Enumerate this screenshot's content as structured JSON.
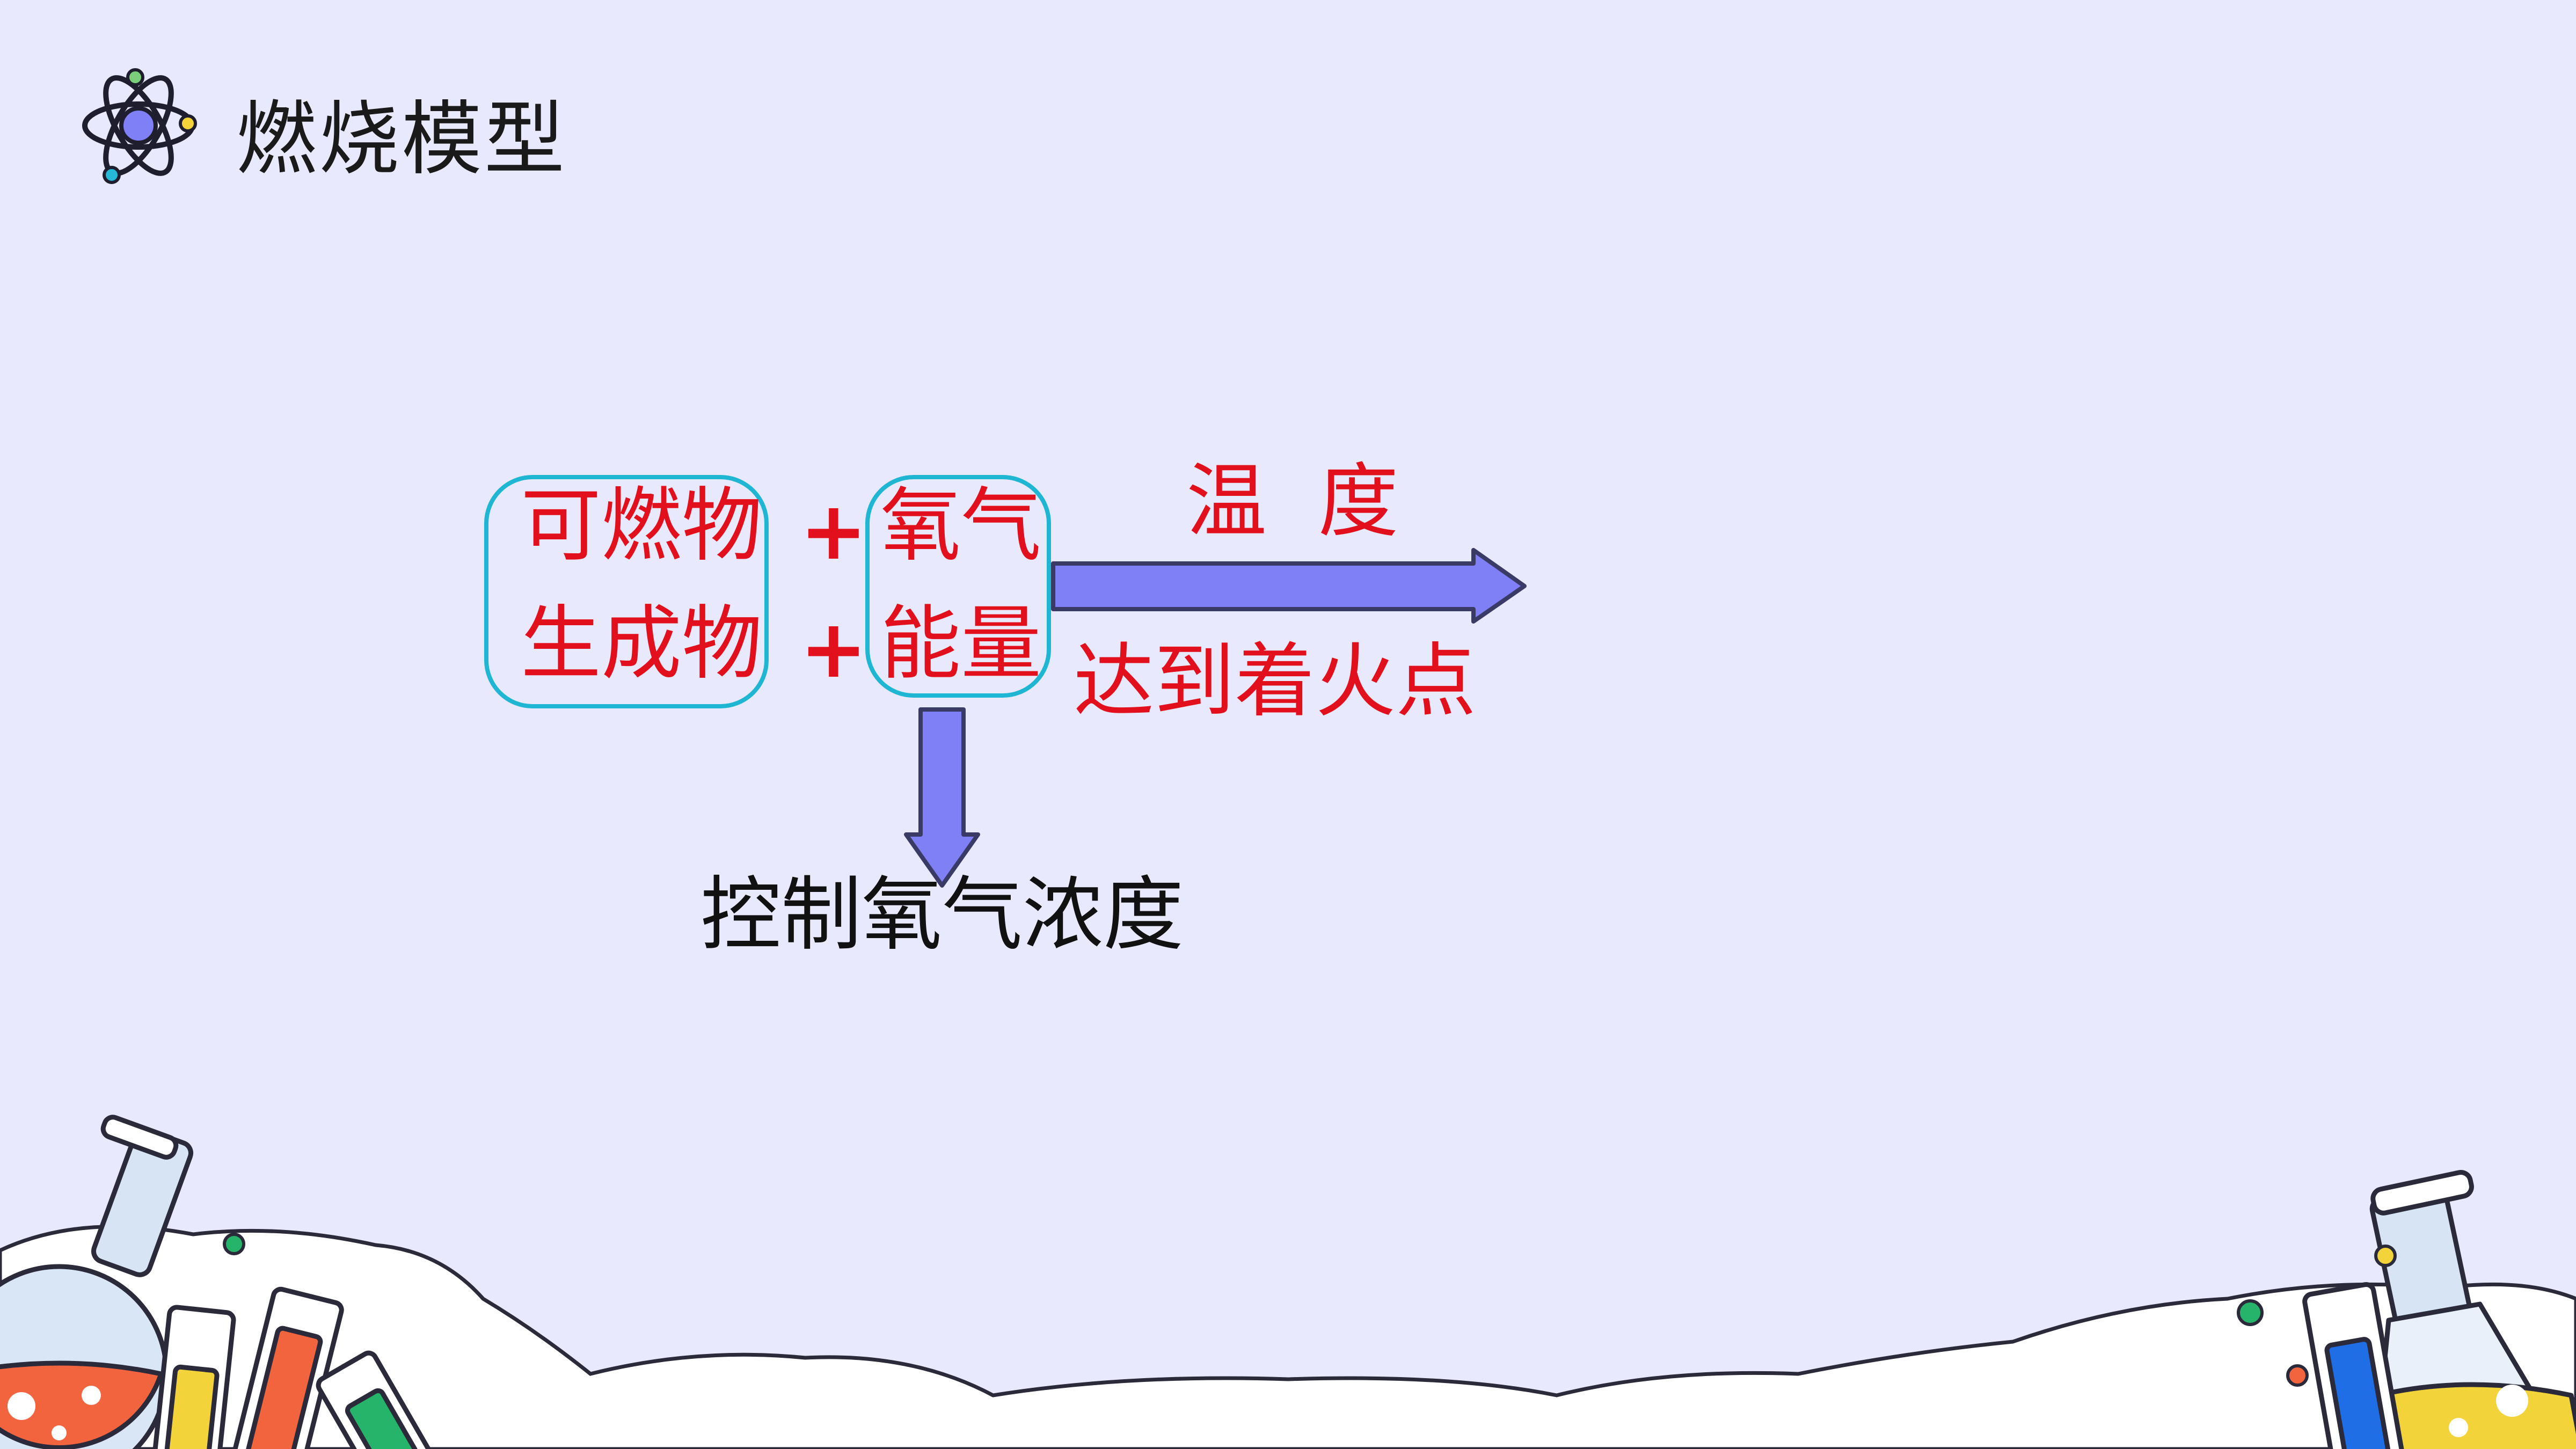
{
  "slide": {
    "title": "燃烧模型",
    "title_icon": "atom-icon"
  },
  "diagram": {
    "fuel": "可燃物",
    "plus_top": "+",
    "oxygen": "氧气",
    "product": "生成物",
    "plus_bottom": "+",
    "energy": "能量",
    "arrow_top_label": "温  度",
    "arrow_bottom_label": "达到着火点",
    "down_arrow_label": "控制氧气浓度"
  },
  "colors": {
    "background": "#e9e9fd",
    "text_red": "#e2101c",
    "box_border": "#1fb6d3",
    "arrow_fill": "#7f7ff6",
    "arrow_stroke": "#3a3a66"
  },
  "decor": {
    "left": "lab-flasks-illustration",
    "right": "lab-flasks-illustration"
  }
}
